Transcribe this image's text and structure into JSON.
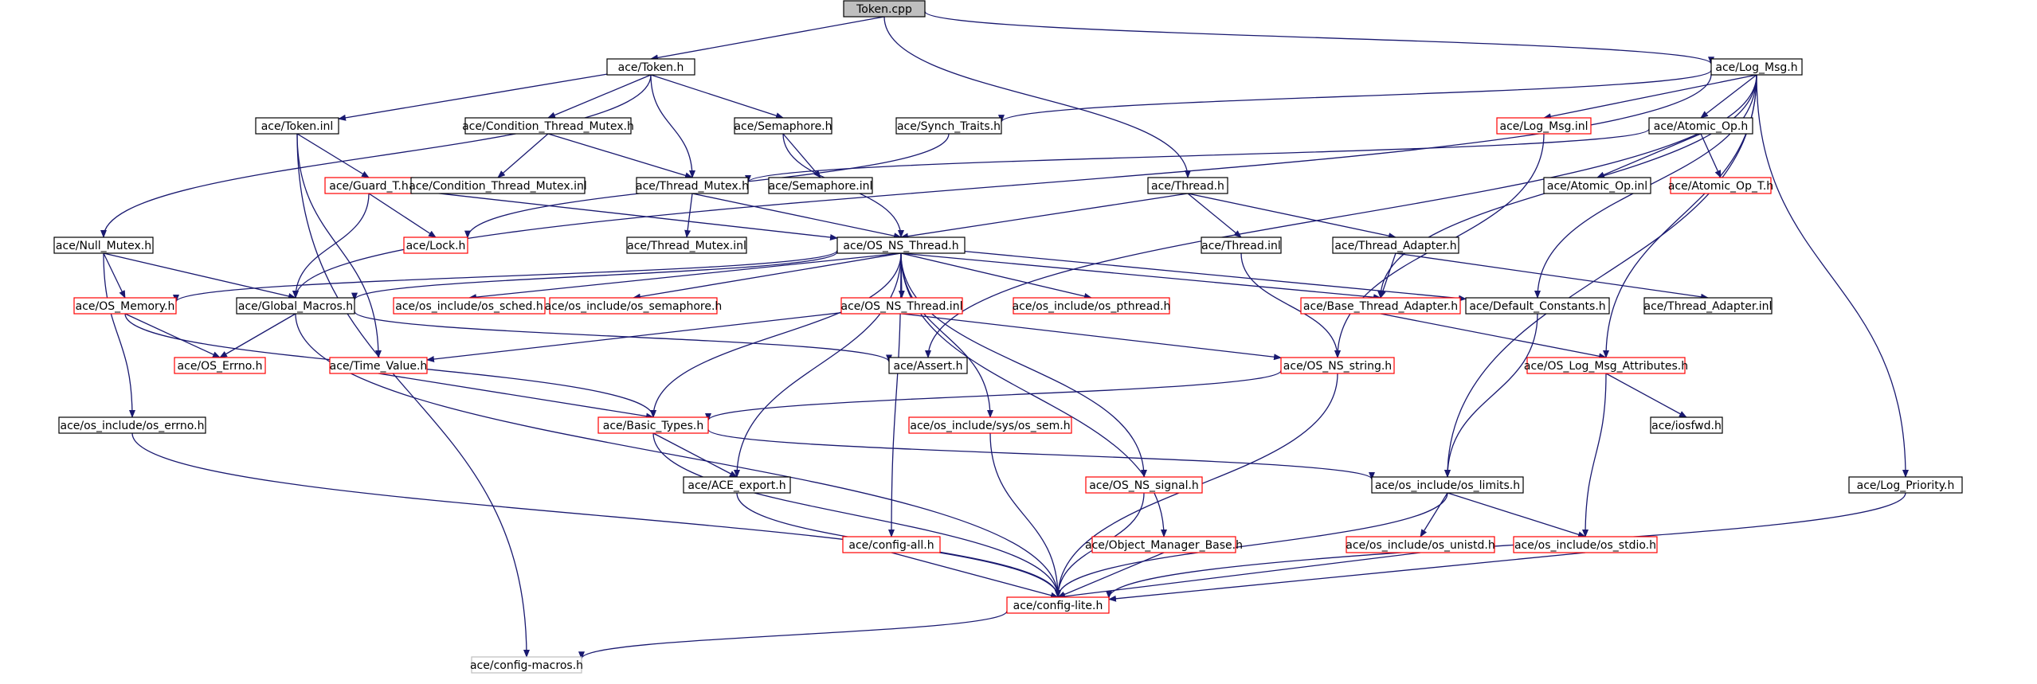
{
  "colors": {
    "edge": "#191970",
    "node_border": "#000000",
    "link_border": "#ff0000",
    "external_border": "#bfbfbf",
    "root_fill": "#bfbfbf"
  },
  "nodes": {
    "token_cpp": {
      "label": "Token.cpp",
      "kind": "root"
    },
    "token_h": {
      "label": "ace/Token.h",
      "kind": "normal"
    },
    "log_msg_h": {
      "label": "ace/Log_Msg.h",
      "kind": "normal"
    },
    "token_inl": {
      "label": "ace/Token.inl",
      "kind": "normal"
    },
    "cond_thread_mutex_h": {
      "label": "ace/Condition_Thread_Mutex.h",
      "kind": "normal"
    },
    "semaphore_h": {
      "label": "ace/Semaphore.h",
      "kind": "normal"
    },
    "synch_traits_h": {
      "label": "ace/Synch_Traits.h",
      "kind": "normal"
    },
    "log_msg_inl": {
      "label": "ace/Log_Msg.inl",
      "kind": "link"
    },
    "atomic_op_h": {
      "label": "ace/Atomic_Op.h",
      "kind": "normal"
    },
    "guard_t_h": {
      "label": "ace/Guard_T.h",
      "kind": "link"
    },
    "cond_thread_mutex_inl": {
      "label": "ace/Condition_Thread_Mutex.inl",
      "kind": "normal"
    },
    "thread_mutex_h": {
      "label": "ace/Thread_Mutex.h",
      "kind": "normal"
    },
    "semaphore_inl": {
      "label": "ace/Semaphore.inl",
      "kind": "normal"
    },
    "thread_h": {
      "label": "ace/Thread.h",
      "kind": "normal"
    },
    "atomic_op_inl": {
      "label": "ace/Atomic_Op.inl",
      "kind": "normal"
    },
    "atomic_op_t_h": {
      "label": "ace/Atomic_Op_T.h",
      "kind": "link"
    },
    "null_mutex_h": {
      "label": "ace/Null_Mutex.h",
      "kind": "normal"
    },
    "lock_h": {
      "label": "ace/Lock.h",
      "kind": "link"
    },
    "thread_mutex_inl": {
      "label": "ace/Thread_Mutex.inl",
      "kind": "normal"
    },
    "os_ns_thread_h": {
      "label": "ace/OS_NS_Thread.h",
      "kind": "normal"
    },
    "thread_inl": {
      "label": "ace/Thread.inl",
      "kind": "normal"
    },
    "thread_adapter_h": {
      "label": "ace/Thread_Adapter.h",
      "kind": "normal"
    },
    "os_memory_h": {
      "label": "ace/OS_Memory.h",
      "kind": "link"
    },
    "global_macros_h": {
      "label": "ace/Global_Macros.h",
      "kind": "normal"
    },
    "os_sched_h": {
      "label": "ace/os_include/os_sched.h",
      "kind": "link"
    },
    "os_semaphore_h": {
      "label": "ace/os_include/os_semaphore.h",
      "kind": "link"
    },
    "os_ns_thread_inl": {
      "label": "ace/OS_NS_Thread.inl",
      "kind": "link"
    },
    "os_pthread_h": {
      "label": "ace/os_include/os_pthread.h",
      "kind": "link"
    },
    "base_thread_adapter_h": {
      "label": "ace/Base_Thread_Adapter.h",
      "kind": "link"
    },
    "default_constants_h": {
      "label": "ace/Default_Constants.h",
      "kind": "normal"
    },
    "thread_adapter_inl": {
      "label": "ace/Thread_Adapter.inl",
      "kind": "normal"
    },
    "os_errno_h": {
      "label": "ace/OS_Errno.h",
      "kind": "link"
    },
    "time_value_h": {
      "label": "ace/Time_Value.h",
      "kind": "link"
    },
    "assert_h": {
      "label": "ace/Assert.h",
      "kind": "normal"
    },
    "os_ns_string_h": {
      "label": "ace/OS_NS_string.h",
      "kind": "link"
    },
    "os_log_msg_attributes_h": {
      "label": "ace/OS_Log_Msg_Attributes.h",
      "kind": "link"
    },
    "os_include_os_errno_h": {
      "label": "ace/os_include/os_errno.h",
      "kind": "normal"
    },
    "basic_types_h": {
      "label": "ace/Basic_Types.h",
      "kind": "link"
    },
    "os_sys_sem_h": {
      "label": "ace/os_include/sys/os_sem.h",
      "kind": "link"
    },
    "iosfwd_h": {
      "label": "ace/iosfwd.h",
      "kind": "normal"
    },
    "ace_export_h": {
      "label": "ace/ACE_export.h",
      "kind": "normal"
    },
    "os_ns_signal_h": {
      "label": "ace/OS_NS_signal.h",
      "kind": "link"
    },
    "os_limits_h": {
      "label": "ace/os_include/os_limits.h",
      "kind": "normal"
    },
    "log_priority_h": {
      "label": "ace/Log_Priority.h",
      "kind": "normal"
    },
    "config_all_h": {
      "label": "ace/config-all.h",
      "kind": "link"
    },
    "object_manager_base_h": {
      "label": "ace/Object_Manager_Base.h",
      "kind": "link"
    },
    "os_unistd_h": {
      "label": "ace/os_include/os_unistd.h",
      "kind": "link"
    },
    "os_stdio_h": {
      "label": "ace/os_include/os_stdio.h",
      "kind": "link"
    },
    "config_lite_h": {
      "label": "ace/config-lite.h",
      "kind": "link"
    },
    "config_macros_h": {
      "label": "ace/config-macros.h",
      "kind": "external"
    }
  }
}
